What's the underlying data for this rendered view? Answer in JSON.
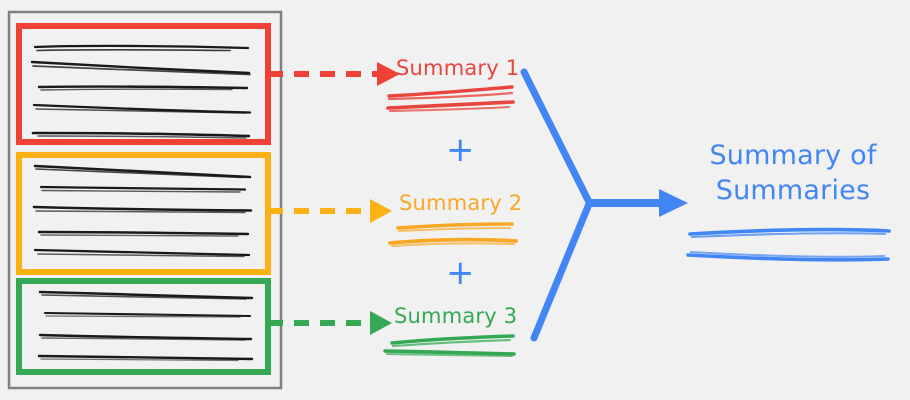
{
  "diagram": {
    "title": "Summary of Summaries",
    "background_color": "#f1f1f1",
    "document_panel": {
      "name": "source-document-panel",
      "border_color": "#808080",
      "sections": [
        {
          "id": "section-1",
          "color": "#ef4136",
          "line_count": 5,
          "accent_name": "red"
        },
        {
          "id": "section-2",
          "color": "#fbb114",
          "line_count": 5,
          "accent_name": "orange"
        },
        {
          "id": "section-3",
          "color": "#34a853",
          "line_count": 4,
          "accent_name": "green"
        }
      ],
      "text_line_color": "#1a1a1a"
    },
    "summaries": [
      {
        "label": "Summary 1",
        "color": "#e8453c",
        "arrow_style": "dashed",
        "scribble_lines": 2
      },
      {
        "label": "Summary 2",
        "color": "#f9a825",
        "arrow_style": "dashed",
        "scribble_lines": 2
      },
      {
        "label": "Summary 3",
        "color": "#34a853",
        "arrow_style": "dashed",
        "scribble_lines": 2
      }
    ],
    "operators": [
      {
        "symbol": "+",
        "color": "#4285f4"
      },
      {
        "symbol": "+",
        "color": "#4285f4"
      }
    ],
    "merge": {
      "color": "#4285f4",
      "shape": "converging-y-arrow"
    },
    "final_summary": {
      "line_1": "Summary of",
      "line_2": "Summaries",
      "label": "Summary of Summaries",
      "color": "#4285f4",
      "scribble_lines": 2
    }
  }
}
